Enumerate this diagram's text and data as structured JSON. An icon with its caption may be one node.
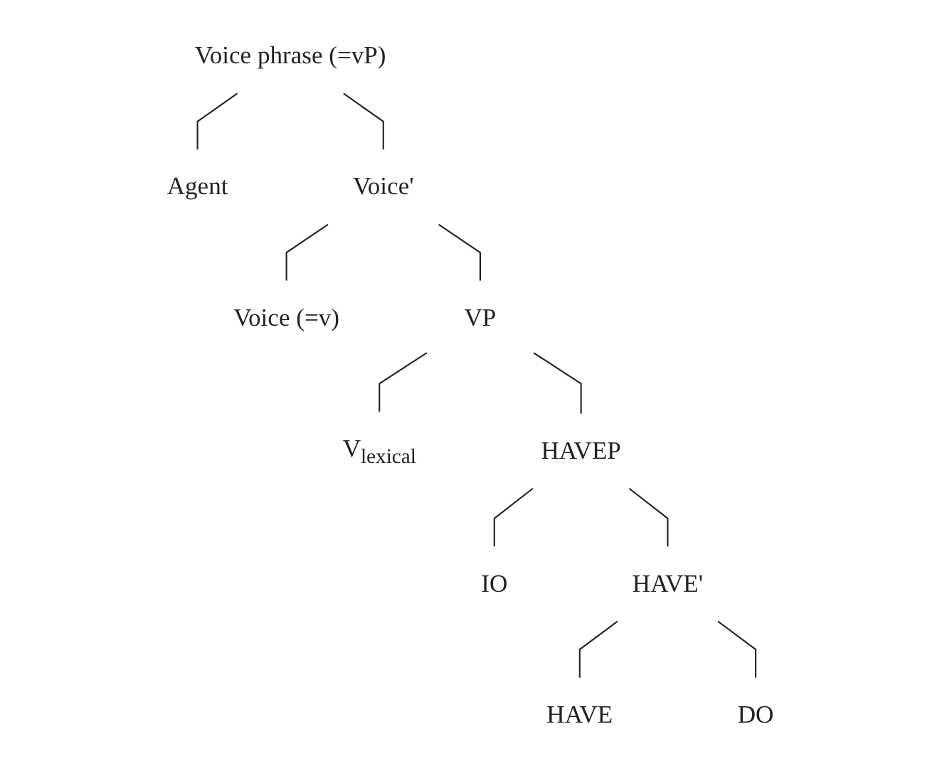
{
  "diagram": {
    "nodes": [
      {
        "text": [
          "Voice phrase (=vP)"
        ]
      },
      {
        "text": [
          "Agent"
        ]
      },
      {
        "text": [
          "Voice'"
        ]
      },
      {
        "text": [
          "VP"
        ]
      },
      {
        "text": [
          "Voice (=v)"
        ]
      },
      {
        "text": [
          "HAVEP"
        ]
      },
      {
        "text": [
          "V$_{lexical}$"
        ]
      },
      {
        "text": [
          "IO"
        ]
      },
      {
        "text": [
          "HAVE'"
        ]
      },
      {
        "text": [
          "DO"
        ]
      },
      {
        "text": [
          "HAVE"
        ]
      }
    ],
    "edges": [
      {
        "from": 0,
        "to": 1,
        "arrow": "none"
      },
      {
        "from": 0,
        "to": 2,
        "arrow": "none"
      },
      {
        "from": 2,
        "to": 4,
        "arrow": "none"
      },
      {
        "from": 2,
        "to": 3,
        "arrow": "none"
      },
      {
        "from": 3,
        "to": 6,
        "arrow": "none"
      },
      {
        "from": 3,
        "to": 5,
        "arrow": "none"
      },
      {
        "from": 5,
        "to": 7,
        "arrow": "none"
      },
      {
        "from": 5,
        "to": 8,
        "arrow": "none"
      },
      {
        "from": 8,
        "to": 10,
        "arrow": "none"
      },
      {
        "from": 8,
        "to": 9,
        "arrow": "none"
      }
    ]
  }
}
